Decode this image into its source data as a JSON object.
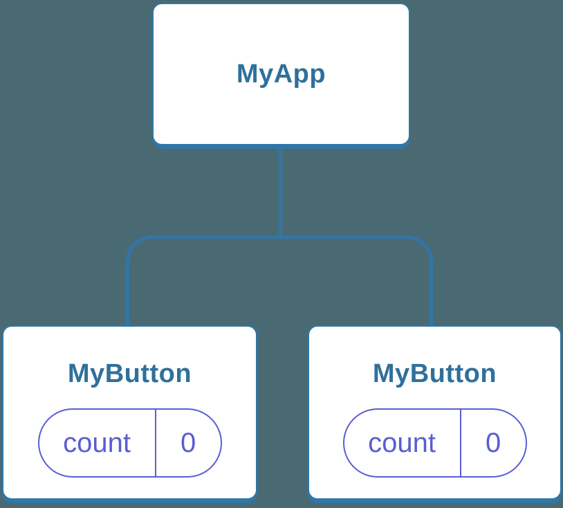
{
  "diagram": {
    "description": "Component tree: root app component with two button child components holding independent state",
    "colors": {
      "background": "#4a6a73",
      "connector": "#3176a6",
      "card_bg": "#ffffff",
      "title": "#2f709a",
      "pill": "#5a5dd3"
    },
    "root": {
      "title": "MyApp"
    },
    "children": [
      {
        "title": "MyButton",
        "state": {
          "label": "count",
          "value": "0"
        }
      },
      {
        "title": "MyButton",
        "state": {
          "label": "count",
          "value": "0"
        }
      }
    ]
  }
}
